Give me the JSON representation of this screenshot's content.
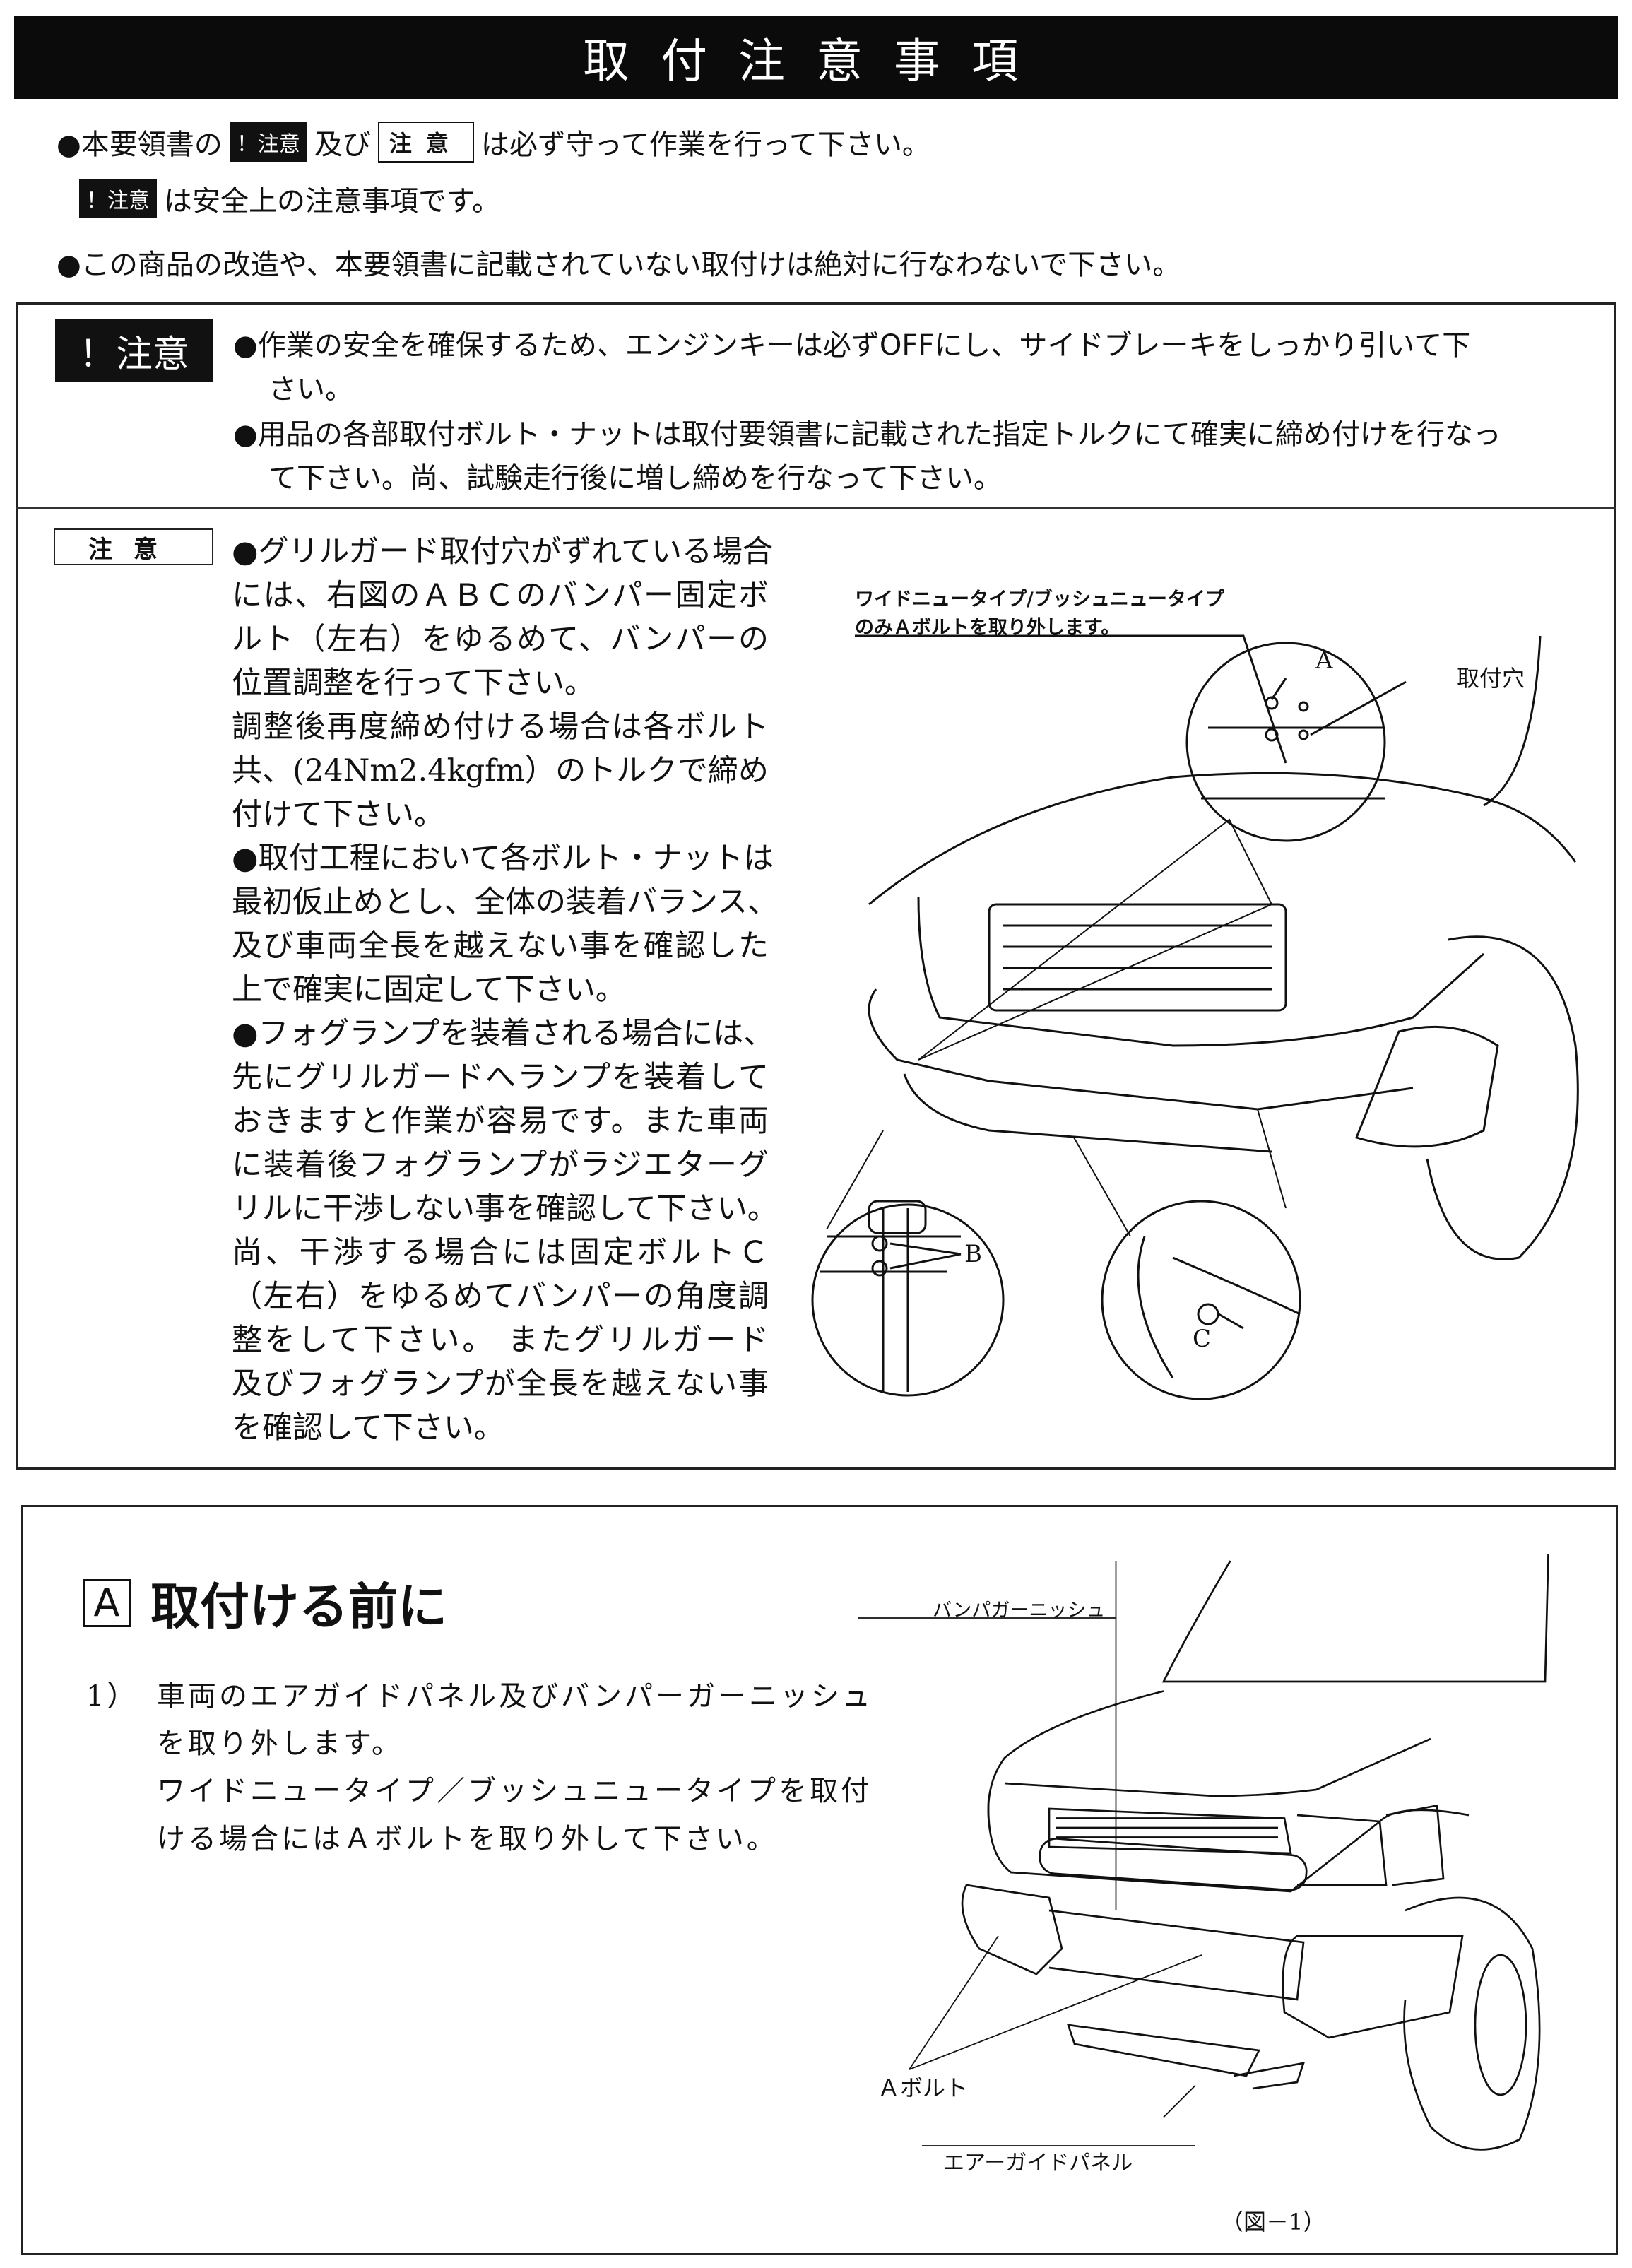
{
  "title": "取付注意事項",
  "intro": {
    "line1_pre": "●本要領書の",
    "badge_warning": "！注意",
    "line1_mid": "及び",
    "badge_caution": "注意",
    "line1_post": "は必ず守って作業を行って下さい。",
    "line2_post": "は安全上の注意事項です。",
    "line3": "●この商品の改造や、本要領書に記載されていない取付けは絶対に行なわないで下さい。"
  },
  "warning_section": {
    "label": "！注意",
    "lines": [
      "●作業の安全を確保するため、エンジンキーは必ずOFFにし、サイドブレーキをしっかり引いて下",
      "さい。",
      "●用品の各部取付ボルト・ナットは取付要領書に記載された指定トルクにて確実に締め付けを行なっ",
      "て下さい。尚、試験走行後に増し締めを行なって下さい。"
    ]
  },
  "caution_section": {
    "label": "注意",
    "lines": [
      "●グリルガード取付穴がずれている場合",
      "には、右図のＡＢＣのバンパー固定ボ",
      "ルト（左右）をゆるめて、バンパーの",
      "位置調整を行って下さい。",
      "調整後再度締め付ける場合は各ボルト",
      "共、(24Nm2.4kgfm）のトルクで締め",
      "付けて下さい。",
      "●取付工程において各ボルト・ナットは",
      "最初仮止めとし、全体の装着バランス、",
      "及び車両全長を越えない事を確認した",
      "上で確実に固定して下さい。",
      "●フォグランプを装着される場合には、",
      "先にグリルガードへランプを装着して",
      "おきますと作業が容易です。また車両",
      "に装着後フォグランプがラジエターグ",
      "リルに干渉しない事を確認して下さい。",
      "尚、干渉する場合には固定ボルトＣ",
      "（左右）をゆるめてバンパーの角度調",
      "整をして下さい。 またグリルガード",
      "及びフォグランプが全長を越えない事",
      "を確認して下さい。"
    ],
    "diagram": {
      "note_line1": "ワイドニュータイプ/ブッシュニュータイプ",
      "note_line2": "のみＡボルトを取り外します。",
      "label_a": "A",
      "label_hole": "取付穴",
      "label_b": "B",
      "label_c": "C"
    }
  },
  "section_a": {
    "letter": "A",
    "heading": "取付ける前に",
    "step_number": "1）",
    "step_lines": [
      "車両のエアガイドパネル及びバンパーガーニッシュ",
      "を取り外します。",
      "ワイドニュータイプ／ブッシュニュータイプを取付",
      "ける場合にはＡボルトを取り外して下さい。"
    ],
    "diagram": {
      "label_garnish": "バンパガーニッシュ",
      "label_bolt": "Ａボルト",
      "label_panel": "エアーガイドパネル",
      "caption": "（図－1）"
    }
  }
}
